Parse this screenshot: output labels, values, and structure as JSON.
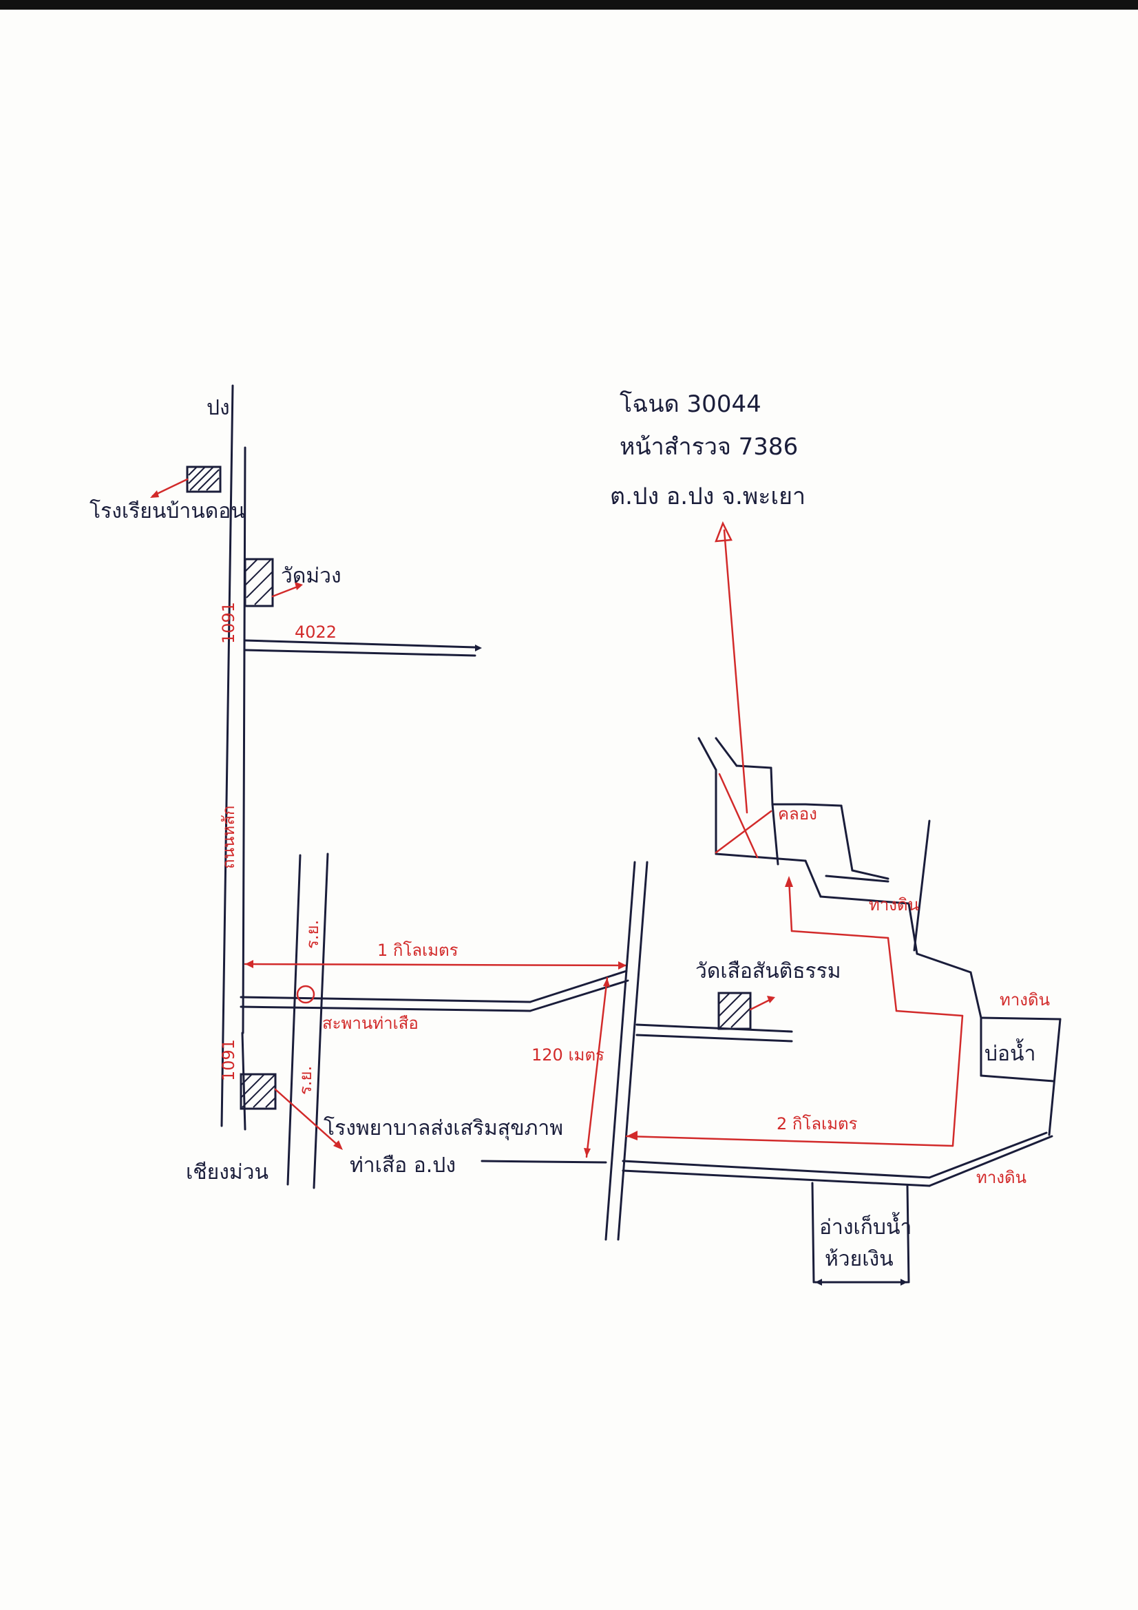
{
  "deed": {
    "line1": "โฉนด 30044",
    "line2": "หน้าสำรวจ 7386",
    "line3": "ต.ปง อ.ปง จ.พะเยา"
  },
  "north_label": "ปง",
  "south_label": "เชียงม่วน",
  "roads": {
    "main_route_top": "1091",
    "main_route_bottom": "1091",
    "main_route_side": "ถนนหลัก",
    "side_road_top": "4022",
    "river_top": "ร.ย.",
    "river_bottom": "ร.ย."
  },
  "places": {
    "school": "โรงเรียนบ้านดอน",
    "temple_top": "วัดม่วง",
    "bridge": "สะพานท่าเสือ",
    "hospital_line1": "โรงพยาบาลส่งเสริมสุขภาพ",
    "hospital_line2": "ท่าเสือ อ.ปง",
    "temple_mid": "วัดเสือสันติธรรม",
    "waterworks_line1": "อ่างเก็บน้ำ",
    "waterworks_line2": "ห้วยเงิน",
    "pump": "บ่อน้ำ"
  },
  "distances": {
    "one_km": "1 กิโลเมตร",
    "two_km": "2 กิโลเมตร",
    "meters_120": "120 เมตร"
  },
  "small_labels": {
    "ditch": "คลอง",
    "dirt_road_1": "ทางดิน",
    "dirt_road_2": "ทางดิน",
    "dirt_road_3": "ทางดิน"
  }
}
